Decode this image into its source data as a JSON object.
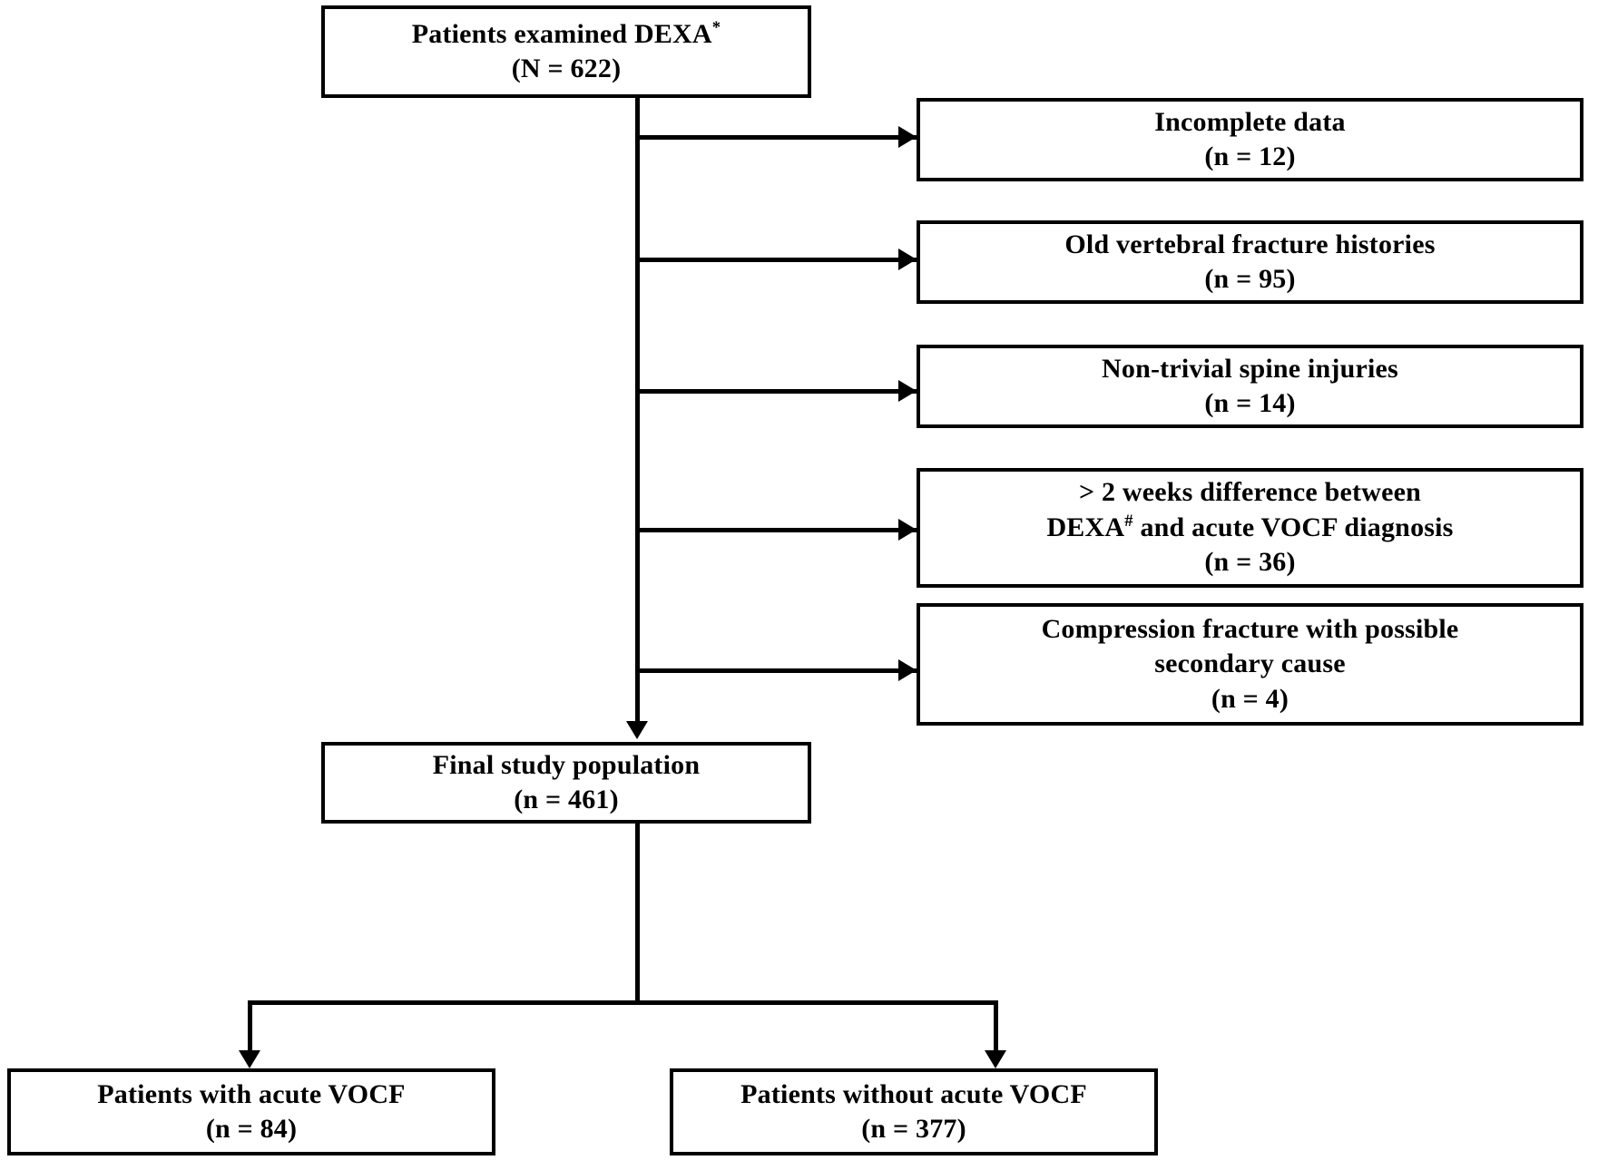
{
  "diagram": {
    "type": "flowchart",
    "title": "Study population flow diagram",
    "stroke_color": "#000000",
    "background_color": "#ffffff"
  },
  "nodes": {
    "source": {
      "label": "Patients examined DEXA",
      "label_superscript": "*",
      "count": "(N = 622)"
    },
    "exclusions": [
      {
        "label": "Incomplete data",
        "count": "(n = 12)"
      },
      {
        "label": "Old vertebral fracture histories",
        "count": "(n = 95)"
      },
      {
        "label": "Non-trivial spine injuries",
        "count": "(n = 14)"
      },
      {
        "label_line1": "> 2 weeks difference between",
        "label_line2_pre": "DEXA",
        "label_line2_sup": "#",
        "label_line2_post": " and acute VOCF diagnosis",
        "count": "(n = 36)"
      },
      {
        "label_line1": "Compression fracture with possible",
        "label_line2": "secondary cause",
        "count": "(n = 4)"
      }
    ],
    "final": {
      "label": "Final study population",
      "count": "(n = 461)"
    },
    "outcomes": [
      {
        "label": "Patients with acute VOCF",
        "count": "(n = 84)"
      },
      {
        "label": "Patients without acute VOCF",
        "count": "(n = 377)"
      }
    ]
  }
}
